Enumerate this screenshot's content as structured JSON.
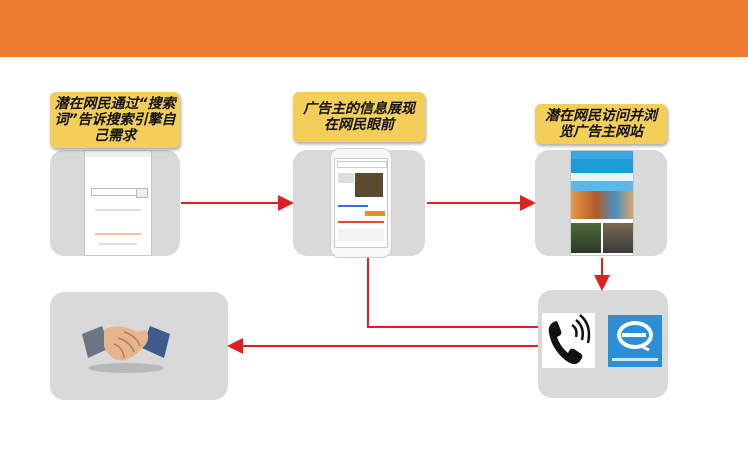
{
  "steps": {
    "step1": "潜在网民通过“搜索词”告诉搜索引擎自己需求",
    "step2": "广告主的信息展现在网民眼前",
    "step3": "潜在网民访问并浏览广告主网站"
  },
  "icons": {
    "handshake": "handshake-icon",
    "phone_call": "phone-call-icon",
    "contact_app": "contact-app-icon"
  },
  "colors": {
    "header": "#ee7d31",
    "card": "#d9d9d9",
    "label": "#f3cf5a",
    "arrow": "#e0201f"
  }
}
